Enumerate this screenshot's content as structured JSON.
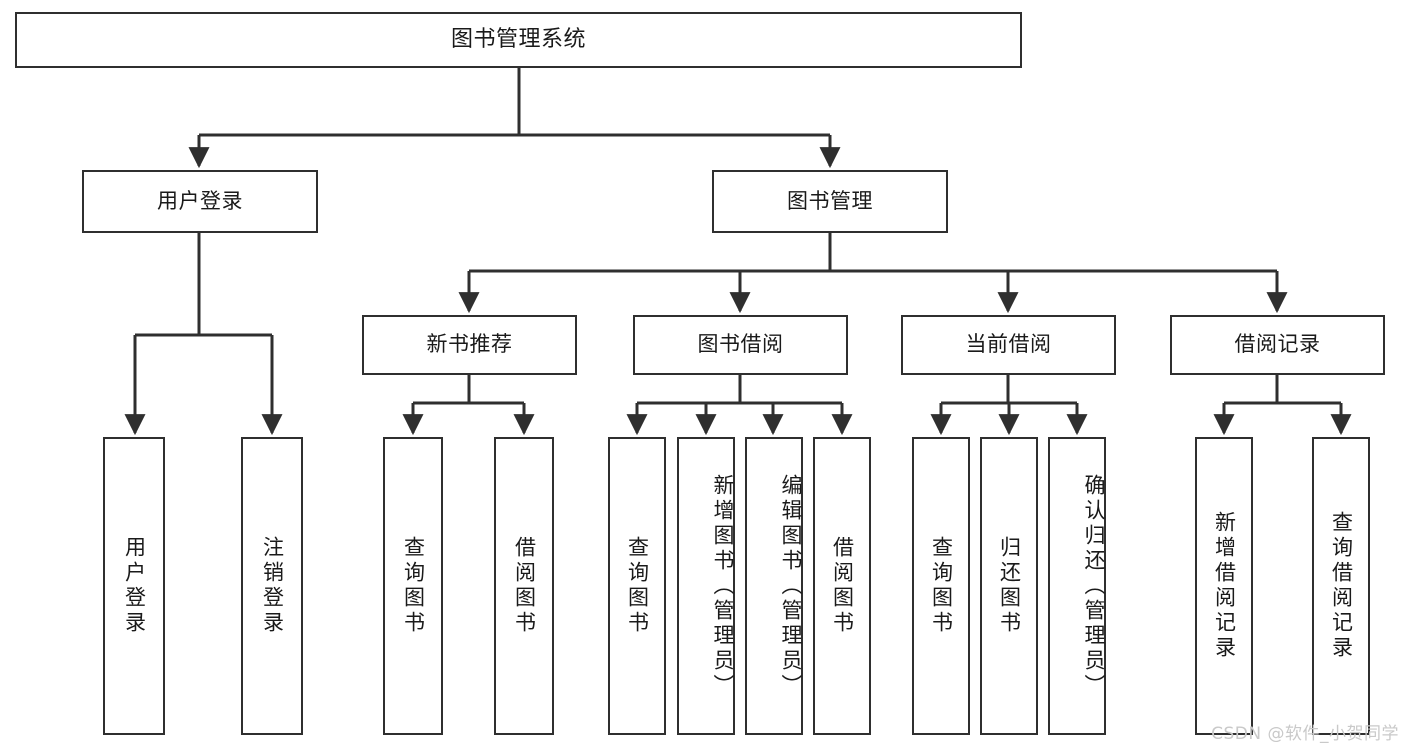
{
  "diagram": {
    "type": "tree",
    "title": "图书管理系统",
    "root": {
      "id": "root",
      "label": "图书管理系统"
    },
    "level1": [
      {
        "id": "user-login",
        "label": "用户登录"
      },
      {
        "id": "book-manage",
        "label": "图书管理"
      }
    ],
    "level2": [
      {
        "id": "new-book-recommend",
        "label": "新书推荐",
        "parent": "book-manage"
      },
      {
        "id": "book-borrow",
        "label": "图书借阅",
        "parent": "book-manage"
      },
      {
        "id": "current-borrow",
        "label": "当前借阅",
        "parent": "book-manage"
      },
      {
        "id": "borrow-record",
        "label": "借阅记录",
        "parent": "book-manage"
      }
    ],
    "leaves": [
      {
        "id": "leaf-user-login",
        "label": "用户登录",
        "parent": "user-login"
      },
      {
        "id": "leaf-logout",
        "label": "注销登录",
        "parent": "user-login"
      },
      {
        "id": "leaf-query-book-1",
        "label": "查询图书",
        "parent": "new-book-recommend"
      },
      {
        "id": "leaf-borrow-book-1",
        "label": "借阅图书",
        "parent": "new-book-recommend"
      },
      {
        "id": "leaf-query-book-2",
        "label": "查询图书",
        "parent": "book-borrow"
      },
      {
        "id": "leaf-add-book",
        "label": "新增图书（管理员）",
        "parent": "book-borrow"
      },
      {
        "id": "leaf-edit-book",
        "label": "编辑图书（管理员）",
        "parent": "book-borrow"
      },
      {
        "id": "leaf-borrow-book-2",
        "label": "借阅图书",
        "parent": "book-borrow"
      },
      {
        "id": "leaf-query-book-3",
        "label": "查询图书",
        "parent": "current-borrow"
      },
      {
        "id": "leaf-return-book",
        "label": "归还图书",
        "parent": "current-borrow"
      },
      {
        "id": "leaf-confirm-return",
        "label": "确认归还（管理员）",
        "parent": "current-borrow"
      },
      {
        "id": "leaf-add-record",
        "label": "新增借阅记录",
        "parent": "borrow-record"
      },
      {
        "id": "leaf-query-record",
        "label": "查询借阅记录",
        "parent": "borrow-record"
      }
    ]
  },
  "watermark": {
    "text": "CSDN @软件_小贺同学"
  },
  "colors": {
    "stroke": "#2f2f2f",
    "fill": "#ffffff",
    "text": "#1a1a1a",
    "watermark": "#c9c9c9"
  }
}
